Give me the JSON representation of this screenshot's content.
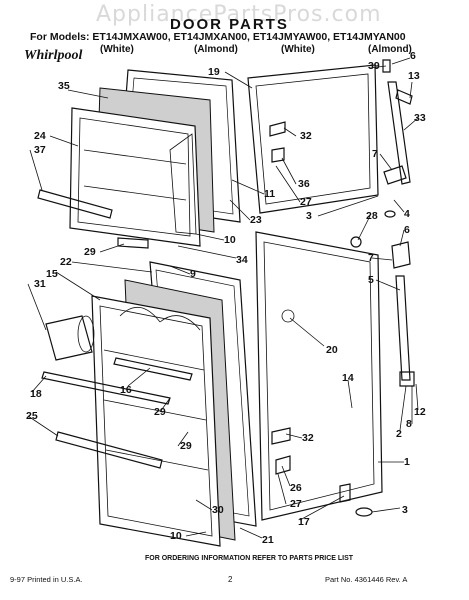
{
  "header": {
    "watermark": "AppliancePartsPros.com",
    "title": "DOOR PARTS",
    "models_line": "For Models: ET14JMXAW00, ET14JMXAN00, ET14JMYAW00, ET14JMYAN00",
    "color_labels": [
      "(White)",
      "(Almond)",
      "(White)",
      "(Almond)"
    ],
    "brand": "Whirlpool"
  },
  "callouts": [
    "35",
    "24",
    "37",
    "19",
    "39",
    "6",
    "13",
    "32",
    "33",
    "7",
    "36",
    "27",
    "3",
    "4",
    "11",
    "23",
    "10",
    "34",
    "28",
    "29",
    "22",
    "15",
    "9",
    "6",
    "7",
    "5",
    "31",
    "20",
    "18",
    "16",
    "29",
    "14",
    "25",
    "2",
    "8",
    "12",
    "29",
    "32",
    "1",
    "26",
    "27",
    "17",
    "30",
    "3",
    "10",
    "21"
  ],
  "footer": {
    "note": "FOR ORDERING INFORMATION REFER TO PARTS PRICE LIST",
    "printed": "9-97 Printed in U.S.A.",
    "page": "2",
    "part_no": "Part No. 4361446  Rev. A"
  },
  "colors": {
    "ink": "#111111",
    "watermark": "#d9d9d9",
    "gasket_fill": "#cfcfcf"
  }
}
